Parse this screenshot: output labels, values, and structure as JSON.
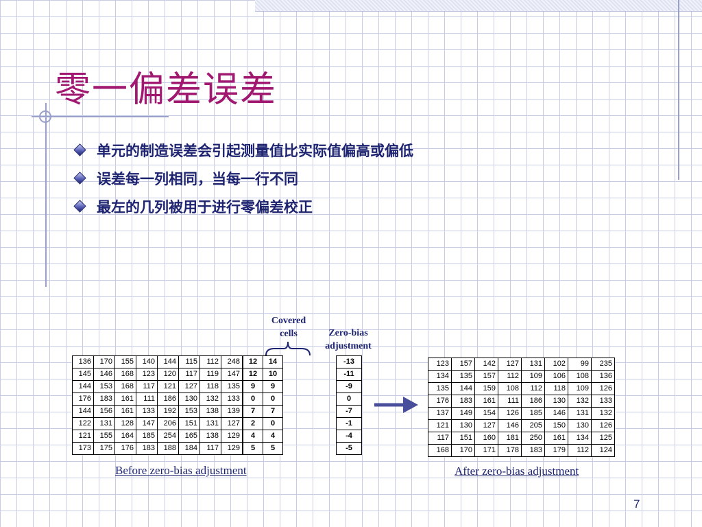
{
  "slide": {
    "title": "零一偏差误差",
    "bullets": [
      "单元的制造误差会引起测量值比实际值偏高或偏低",
      "误差每一列相同，当每一行不同",
      "最左的几列被用于进行零偏差校正"
    ],
    "labels": {
      "covered_line1": "Covered",
      "covered_line2": "cells",
      "zerobias_line1": "Zero-bias",
      "zerobias_line2": "adjustment"
    },
    "captions": {
      "before": "Before zero-bias adjustment",
      "after": "After zero-bias adjustment"
    },
    "page_number": "7",
    "colors": {
      "title": "#a01870",
      "text": "#1e2470",
      "grid": "#c8cce6",
      "arrow": "#4a4f9c"
    },
    "icons": {
      "bullet": "diamond-bullet-icon",
      "brace": "curly-brace-icon",
      "arrow": "right-arrow-icon"
    }
  },
  "tables": {
    "before": [
      [
        "136",
        "170",
        "155",
        "140",
        "144",
        "115",
        "112",
        "248",
        "12",
        "14"
      ],
      [
        "145",
        "146",
        "168",
        "123",
        "120",
        "117",
        "119",
        "147",
        "12",
        "10"
      ],
      [
        "144",
        "153",
        "168",
        "117",
        "121",
        "127",
        "118",
        "135",
        "9",
        "9"
      ],
      [
        "176",
        "183",
        "161",
        "111",
        "186",
        "130",
        "132",
        "133",
        "0",
        "0"
      ],
      [
        "144",
        "156",
        "161",
        "133",
        "192",
        "153",
        "138",
        "139",
        "7",
        "7"
      ],
      [
        "122",
        "131",
        "128",
        "147",
        "206",
        "151",
        "131",
        "127",
        "2",
        "0"
      ],
      [
        "121",
        "155",
        "164",
        "185",
        "254",
        "165",
        "138",
        "129",
        "4",
        "4"
      ],
      [
        "173",
        "175",
        "176",
        "183",
        "188",
        "184",
        "117",
        "129",
        "5",
        "5"
      ]
    ],
    "adjustment": [
      "-13",
      "-11",
      "-9",
      "0",
      "-7",
      "-1",
      "-4",
      "-5"
    ],
    "after": [
      [
        "123",
        "157",
        "142",
        "127",
        "131",
        "102",
        "99",
        "235"
      ],
      [
        "134",
        "135",
        "157",
        "112",
        "109",
        "106",
        "108",
        "136"
      ],
      [
        "135",
        "144",
        "159",
        "108",
        "112",
        "118",
        "109",
        "126"
      ],
      [
        "176",
        "183",
        "161",
        "111",
        "186",
        "130",
        "132",
        "133"
      ],
      [
        "137",
        "149",
        "154",
        "126",
        "185",
        "146",
        "131",
        "132"
      ],
      [
        "121",
        "130",
        "127",
        "146",
        "205",
        "150",
        "130",
        "126"
      ],
      [
        "117",
        "151",
        "160",
        "181",
        "250",
        "161",
        "134",
        "125"
      ],
      [
        "168",
        "170",
        "171",
        "178",
        "183",
        "179",
        "112",
        "124"
      ]
    ]
  }
}
